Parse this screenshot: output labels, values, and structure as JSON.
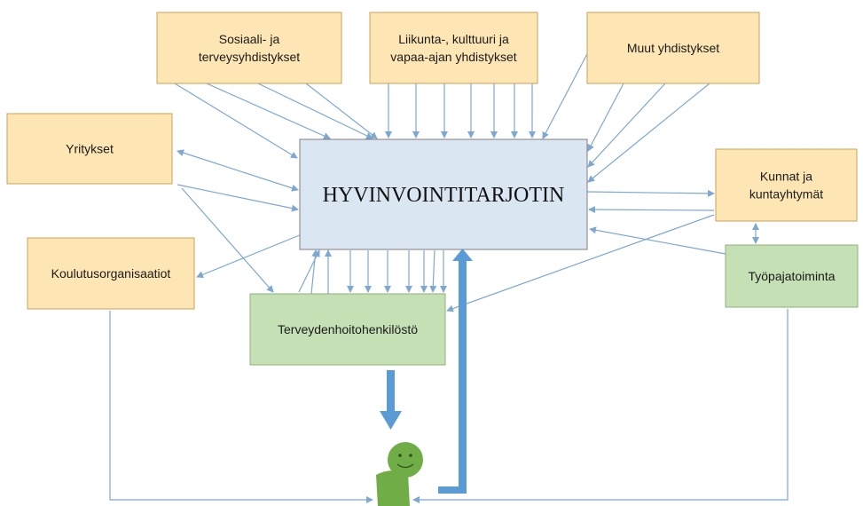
{
  "colors": {
    "org_fill": "#fde6b4",
    "org_stroke": "#c9a35a",
    "green_fill": "#c5e0b4",
    "green_stroke": "#8fb27a",
    "center_fill": "#dae6f2",
    "center_stroke": "#7f7f7f",
    "arrow": "#7ea7d1",
    "thick_arrow": "#5b9bd5",
    "person": "#70ad47"
  },
  "center": {
    "lines": [
      "HYVINVOINTITARJOTIN"
    ]
  },
  "boxes": {
    "sosiaali": [
      "Sosiaali- ja",
      "terveysyhdistykset"
    ],
    "liikunta": [
      "Liikunta-, kulttuuri ja",
      "vapaa-ajan yhdistykset"
    ],
    "muut": [
      "Muut yhdistykset"
    ],
    "yritykset": [
      "Yritykset"
    ],
    "kunnat": [
      "Kunnat ja",
      "kuntayhtymät"
    ],
    "koulutus": [
      "Koulutusorganisaatiot"
    ],
    "tyopaja": [
      "Työpajatoiminta"
    ],
    "terveys": [
      "Terveydenhoitohenkilöstö"
    ]
  },
  "person": {
    "icon": "smiley-person-icon"
  }
}
